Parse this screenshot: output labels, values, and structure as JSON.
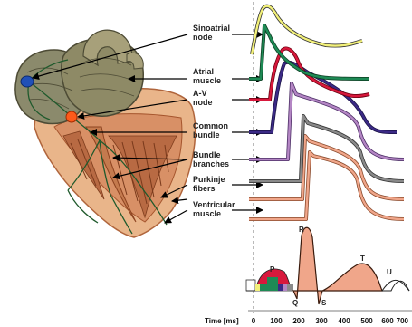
{
  "labels": [
    {
      "id": "sa",
      "lines": [
        "Sinoatrial",
        "node"
      ]
    },
    {
      "id": "atrial",
      "lines": [
        "Atrial",
        "muscle"
      ]
    },
    {
      "id": "av",
      "lines": [
        "A-V",
        "node"
      ]
    },
    {
      "id": "common",
      "lines": [
        "Common",
        "bundle"
      ]
    },
    {
      "id": "bundle",
      "lines": [
        "Bundle",
        "branches"
      ]
    },
    {
      "id": "purkinje",
      "lines": [
        "Purkinje",
        "fibers"
      ]
    },
    {
      "id": "ventricular",
      "lines": [
        "Ventricular",
        "muscle"
      ]
    }
  ],
  "ecg": {
    "P": "P",
    "Q": "Q",
    "R": "R",
    "S": "S",
    "T": "T",
    "U": "U"
  },
  "time_axis": {
    "title": "Time [ms]",
    "ticks": [
      "0",
      "100",
      "200",
      "300",
      "400",
      "500",
      "600",
      "700"
    ]
  },
  "colors": {
    "sa": "#f2f07a",
    "atrial": "#1e8a55",
    "av": "#d8183c",
    "common": "#3b2a86",
    "bundle": "#b486c4",
    "purkinje": "#8a8a8a",
    "ventricular": "#f0a68a"
  }
}
